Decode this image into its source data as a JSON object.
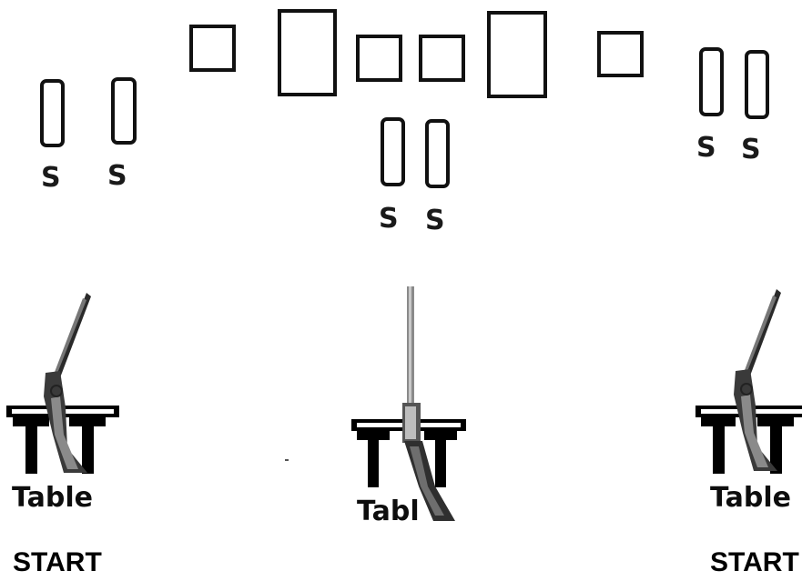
{
  "targets": {
    "steel_label": "S"
  },
  "tables": {
    "left_label": "Table",
    "center_label": "Tabl",
    "right_label": "Table"
  },
  "start": {
    "left_label": "START",
    "right_label": "START"
  }
}
